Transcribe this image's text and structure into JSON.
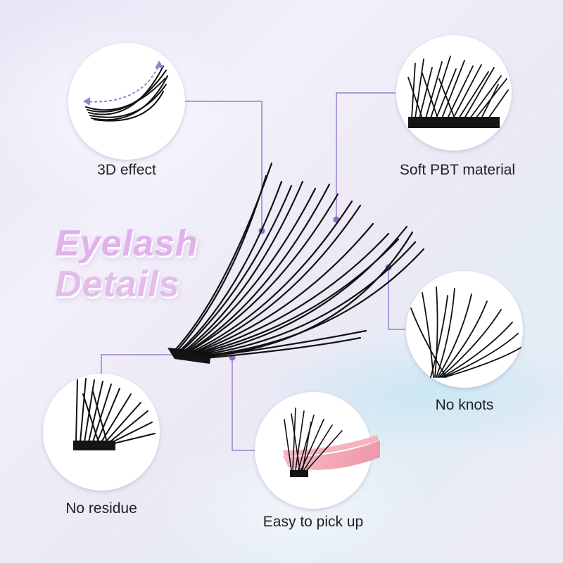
{
  "title": {
    "line1": "Eyelash",
    "line2": "Details"
  },
  "features": [
    {
      "label": "3D effect",
      "icon": "lash-curve-arrow-icon"
    },
    {
      "label": "Soft PBT material",
      "icon": "lash-fibers-icon"
    },
    {
      "label": "No knots",
      "icon": "lash-fan-icon"
    },
    {
      "label": "No residue",
      "icon": "lash-band-icon"
    },
    {
      "label": "Easy to pick up",
      "icon": "tweezers-lash-icon"
    }
  ],
  "colors": {
    "accent": "#8f6fc4",
    "title_pink": "#e3b8ea",
    "lash": "#111111",
    "tweezer": "#f2a9b6"
  }
}
